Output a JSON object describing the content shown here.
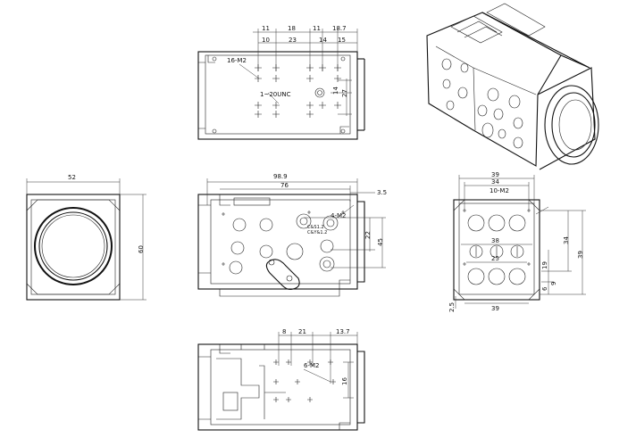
{
  "top_view": {
    "dims_row1": [
      "11",
      "18",
      "11",
      "18.7"
    ],
    "dims_row2": [
      "10",
      "23",
      "14",
      "15"
    ],
    "hole_note": "16-M2",
    "side_note": "1~20UNC",
    "vert_dims": [
      "14",
      "27"
    ]
  },
  "front_view": {
    "width_dim": "52",
    "height_dim": "60"
  },
  "side_view": {
    "overall_dim": "98.9",
    "inner_dim": "76",
    "offset_dim": "3.5",
    "hole_note": "4-M2",
    "thread_note_1": "C&S1.2",
    "thread_note_2": "C&Y&1.2",
    "vert_dim_1": "22",
    "vert_dim_2": "45"
  },
  "rear_view": {
    "top_dims": [
      "39",
      "34"
    ],
    "hole_note": "10-M2",
    "mid_dims": [
      "38",
      "25"
    ],
    "right_dims": [
      "34",
      "39"
    ],
    "small_dims": [
      "6",
      "9",
      "19"
    ],
    "bottom_dims": [
      "2.5",
      "39"
    ]
  },
  "bottom_view": {
    "dims": [
      "8",
      "21",
      "13.7"
    ],
    "hole_note": "6-M2",
    "vert_dim": "16"
  }
}
